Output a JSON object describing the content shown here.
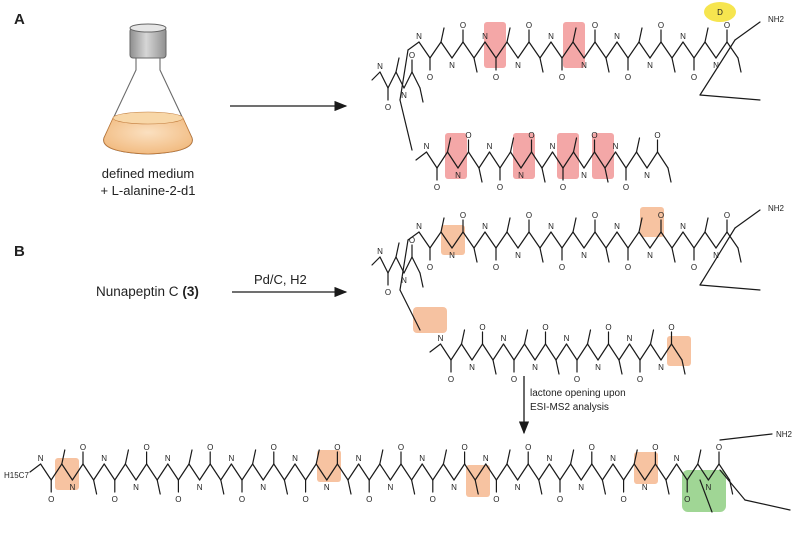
{
  "panels": {
    "a": "A",
    "b": "B"
  },
  "flask": {
    "caption_line1": "defined medium",
    "caption_line2": "+ L-alanine-2-d1"
  },
  "reaction_b": {
    "compound_name": "Nunapeptin C",
    "compound_number": "(3)",
    "reagents": "Pd/C, H2"
  },
  "arrow_c": {
    "line1": "lactone opening upon",
    "line2": "ESI-MS2 analysis"
  },
  "labels": {
    "deuterium": "D",
    "nh2": "NH2",
    "c15h7co": "H15C7"
  },
  "colors": {
    "deuterated_ala_highlight": "#f08a8a",
    "deuterium_highlight": "#f4e030",
    "reduced_residue_highlight": "#f5b48a",
    "lactone_opening_highlight": "#78c468",
    "flask_medium": "#f7c98f",
    "flask_cap": "#b8b8b8"
  }
}
